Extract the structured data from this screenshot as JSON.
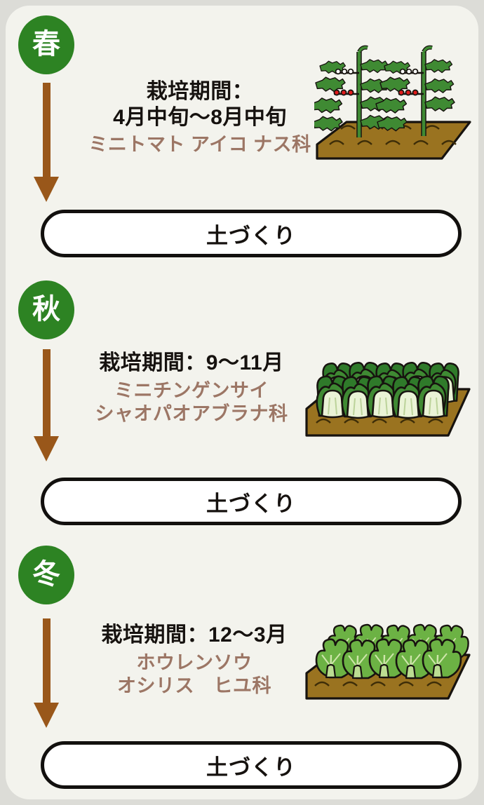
{
  "card": {
    "background_color": "#f3f3ed",
    "outer_background_color": "#dcdcd7"
  },
  "colors": {
    "badge_green": "#2d8323",
    "arrow_brown": "#99571a",
    "crop_text": "#9c7665",
    "period_text": "#16120f",
    "soil_brown": "#9a7320",
    "leaf_green_dark": "#3f8a33",
    "leaf_green_light": "#7fbb4e",
    "tomato_red": "#e01b1b",
    "flower_white": "#ffffff",
    "pill_border": "#12100e",
    "pill_fill": "#ffffff"
  },
  "sections": [
    {
      "id": "spring",
      "badge": "春",
      "badge_name": "season-badge-spring",
      "period": "栽培期間：",
      "period_2": "4月中旬～8月中旬",
      "crop": "ミニトマト アイコ  ナス科",
      "crop_2": "",
      "illustration": "tomato-plants-illustration",
      "pill_label": "土づくり",
      "arrow_icon": "down-arrow-icon"
    },
    {
      "id": "autumn",
      "badge": "秋",
      "badge_name": "season-badge-autumn",
      "period": "栽培期間：9～11月",
      "period_2": "",
      "crop": "ミニチンゲンサイ",
      "crop_2": "シャオパオアブラナ科",
      "illustration": "bok-choy-bed-illustration",
      "pill_label": "土づくり",
      "arrow_icon": "down-arrow-icon"
    },
    {
      "id": "winter",
      "badge": "冬",
      "badge_name": "season-badge-winter",
      "period": "栽培期間：12～3月",
      "period_2": "",
      "crop": "ホウレンソウ",
      "crop_2": "オシリス　ヒユ科",
      "illustration": "spinach-bed-illustration",
      "pill_label": "土づくり",
      "arrow_icon": "down-arrow-icon"
    }
  ]
}
